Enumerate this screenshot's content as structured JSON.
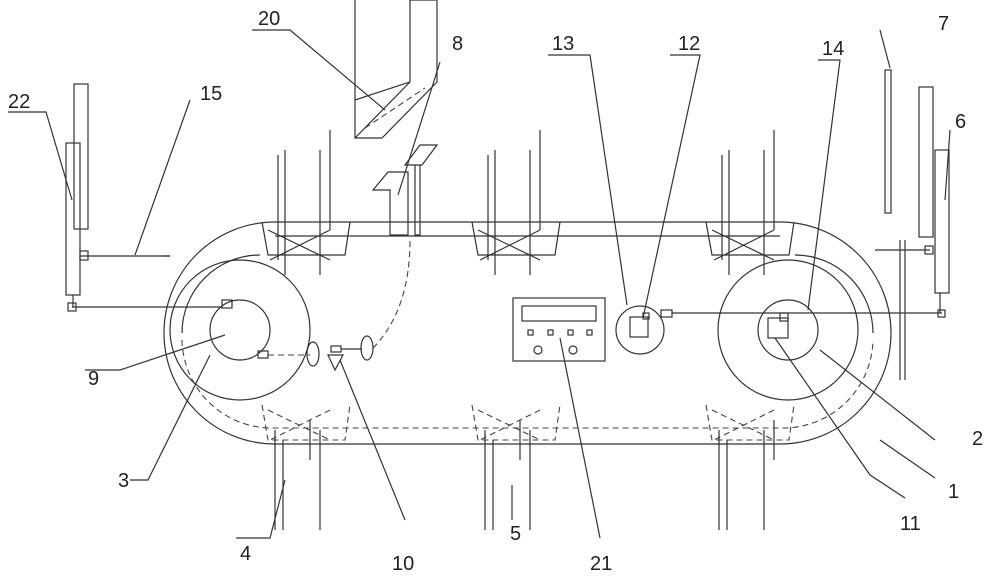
{
  "labels": {
    "l20": "20",
    "l8": "8",
    "l13": "13",
    "l12": "12",
    "l14": "14",
    "l7": "7",
    "l22": "22",
    "l15": "15",
    "l6": "6",
    "l9": "9",
    "l3": "3",
    "l4": "4",
    "l10": "10",
    "l5": "5",
    "l21": "21",
    "l11": "11",
    "l1": "1",
    "l2": "2"
  }
}
